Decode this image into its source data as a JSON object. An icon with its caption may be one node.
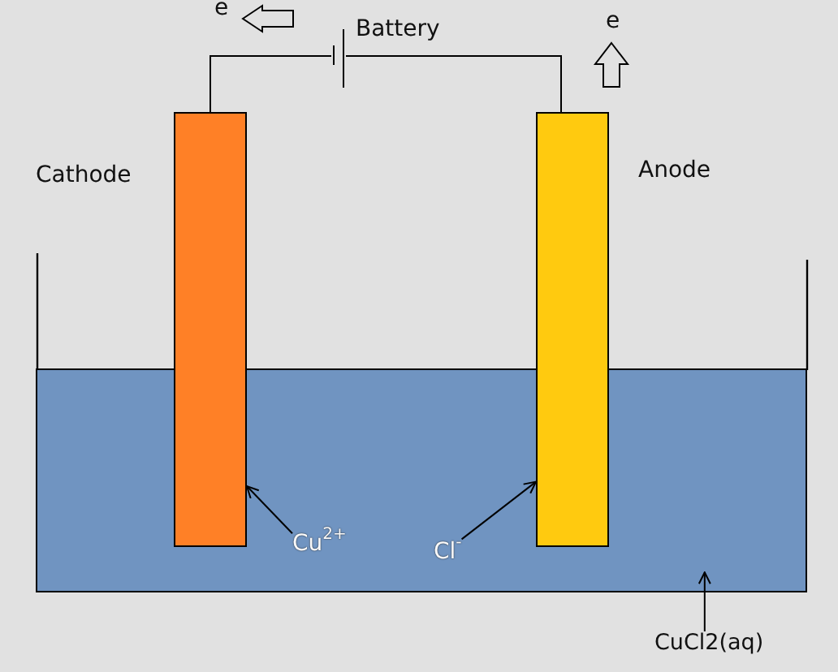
{
  "diagram": {
    "nodes": [
      {
        "text": [],
        "shape": "battery",
        "beside": [
          "Battery"
        ]
      },
      {
        "text": [],
        "shape": "bar",
        "beside": [
          "Cathode"
        ]
      },
      {
        "text": [],
        "shape": "bar",
        "beside": [
          "Anode"
        ]
      },
      {
        "text": [],
        "shape": "box"
      },
      {
        "text": [
          "Cu$^{2+}$"
        ],
        "in": 3
      },
      {
        "text": [
          "Cl$^{-}$"
        ],
        "in": 3
      },
      {
        "text": [
          "CuCl2(aq)"
        ]
      }
    ],
    "edges": [
      {
        "from": 1,
        "to": 0,
        "arrow": "none"
      },
      {
        "from": 0,
        "to": 2,
        "arrow": "none"
      },
      {
        "from": 4,
        "to": 1,
        "arrow": "to"
      },
      {
        "from": 5,
        "to": 2,
        "arrow": "to"
      },
      {
        "from": 6,
        "to": 3,
        "arrow": "to"
      }
    ],
    "labels": [
      "e",
      "e"
    ]
  }
}
